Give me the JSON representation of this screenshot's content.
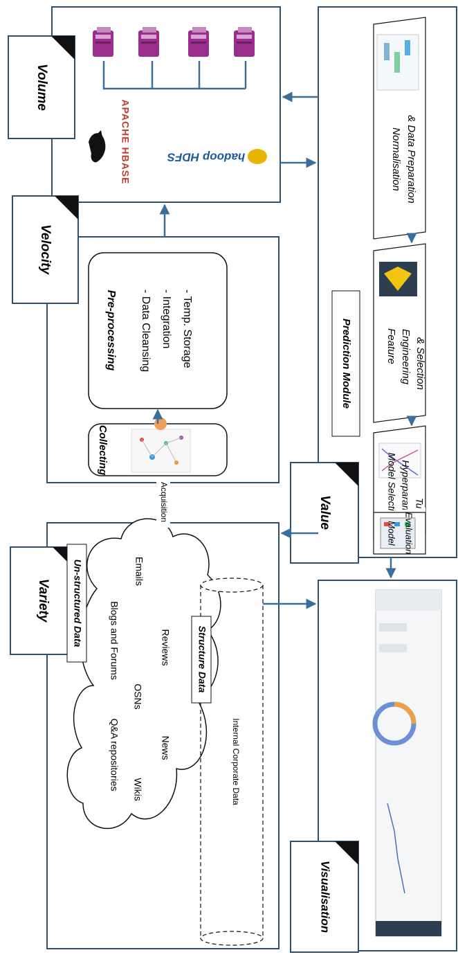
{
  "labels": {
    "volume": "Volume",
    "velocity": "Velocity",
    "variety": "Variety",
    "value": "Value",
    "visualisation": "Visualisation",
    "prediction_module": "Prediction Module",
    "collecting": "Collecting",
    "preprocessing_title": "Pre-processing",
    "preprocessing_items": [
      "- Data Cleansing",
      "- Integration",
      "- Temp. Storage"
    ],
    "unstructured_title": "Un-structured Data",
    "unstructured_items": [
      "Q&A repositories",
      "Blogs and Forums",
      "Wikis",
      "OSNs",
      "Emails",
      "News",
      "Reviews"
    ],
    "structured_title": "Structure Data",
    "structured_item": "Internal Corporate Data",
    "acquisition": "Acquisition",
    "pred_step1_line1": "Normalisation",
    "pred_step1_line2": "& Data Preparation",
    "pred_step2_line1": "Feature",
    "pred_step2_line2": "Engineering",
    "pred_step2_line3": "& Selection",
    "pred_step3_line1": "Model Selection &",
    "pred_step3_line2": "Hyperparameter",
    "pred_step3_line3": "Tuning",
    "pred_step4_line1": "Model",
    "pred_step4_line2": "Evaluation",
    "hbase_logo": "APACHE HBASE",
    "hadoop_logo": "hadoop HDFS"
  },
  "colors": {
    "arrow": "#3a6f9a",
    "border": "#2f4f6a",
    "text": "#111111",
    "server": "#9b2d8d",
    "hbase_red": "#c0392b",
    "hadoop_yellow": "#e8b400"
  }
}
